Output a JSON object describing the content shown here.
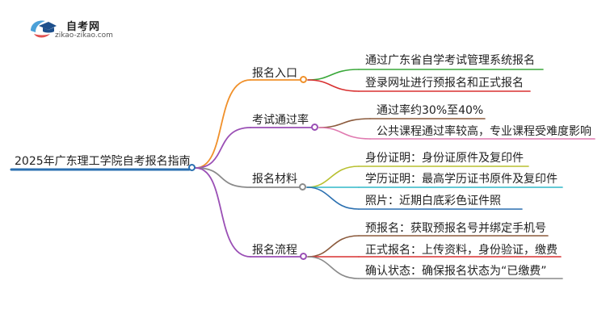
{
  "logo": {
    "name": "自考网",
    "url": "zikao-zikao.com"
  },
  "root": {
    "label": "2025年广东理工学院自考报名指南",
    "color": "#2a6fb0"
  },
  "branches": [
    {
      "label": "报名入口",
      "color": "#f0902a",
      "children": [
        {
          "label": "通过广东省自学考试管理系统报名",
          "color": "#3aa83a"
        },
        {
          "label": "登录网址进行预报名和正式报名",
          "color": "#d83030"
        }
      ]
    },
    {
      "label": "考试通过率",
      "color": "#9a4fb5",
      "children": [
        {
          "label": "通过率约30%至40%",
          "color": "#8b5a3c"
        },
        {
          "label": "公共课程通过率较高，专业课程受难度影响",
          "color": "#e07ab0"
        }
      ]
    },
    {
      "label": "报名材料",
      "color": "#8a8a8a",
      "children": [
        {
          "label": "身份证明：身份证原件及复印件",
          "color": "#b8c030"
        },
        {
          "label": "学历证明：最高学历证书原件及复印件",
          "color": "#30b8c8"
        },
        {
          "label": "照片：近期白底彩色证件照",
          "color": "#2a6fb0"
        }
      ]
    },
    {
      "label": "报名流程",
      "color": "#9a4fb5",
      "children": [
        {
          "label": "预报名：获取预报名号并绑定手机号",
          "color": "#8b5a3c"
        },
        {
          "label": "正式报名：上传资料，身份验证，缴费",
          "color": "#d83030"
        },
        {
          "label": "确认状态：确保报名状态为“已缴费”",
          "color": "#8a8a8a"
        }
      ]
    }
  ]
}
